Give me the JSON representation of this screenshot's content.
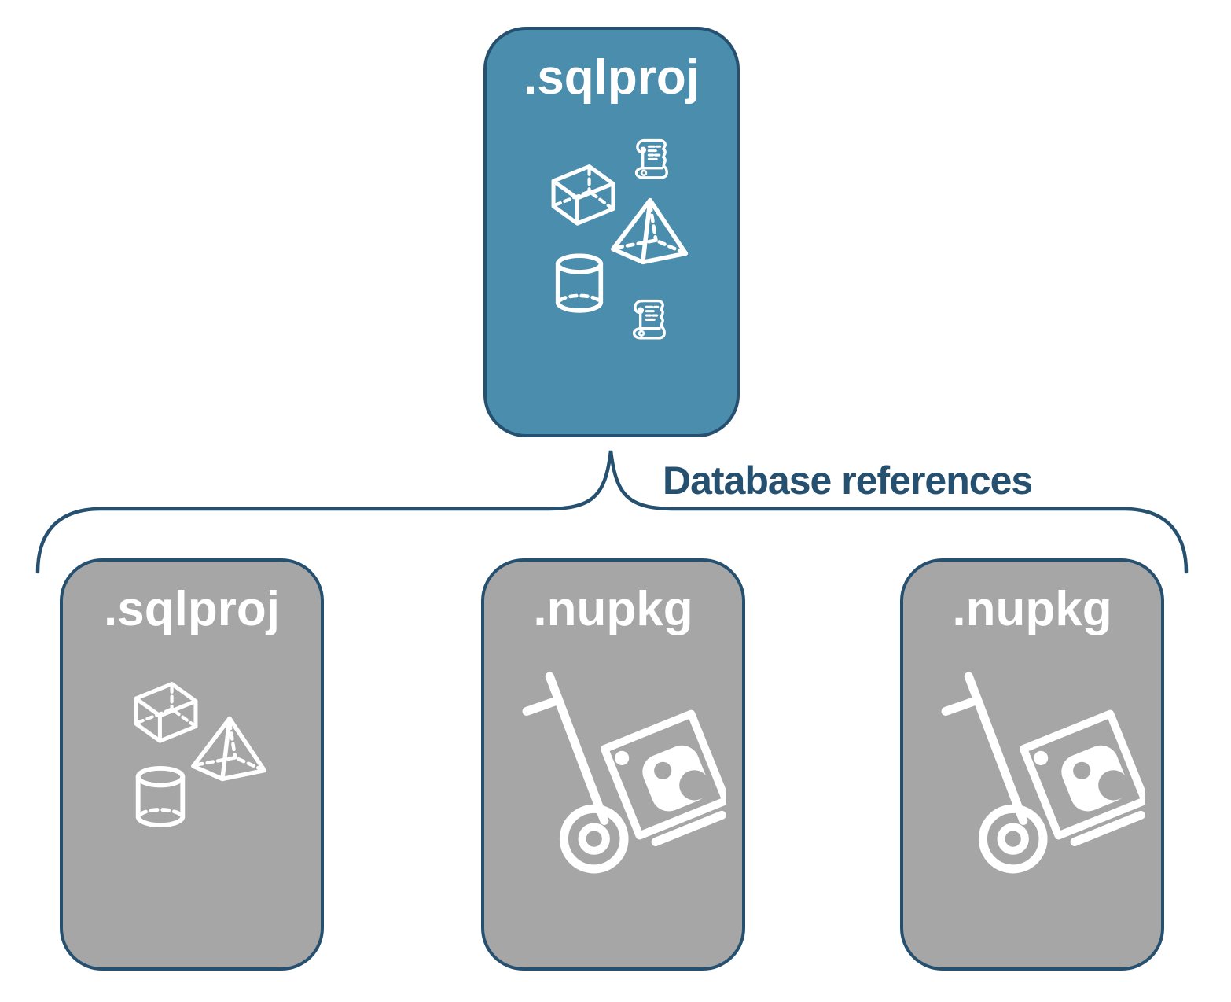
{
  "diagram": {
    "parent_box": {
      "label": ".sqlproj",
      "icons": [
        "sql-script-scroll-icon",
        "cube-icon",
        "pyramid-icon",
        "database-cylinder-icon",
        "sql-script-scroll-icon"
      ]
    },
    "connector": {
      "label": "Database references",
      "shape": "curly-brace"
    },
    "child_boxes": [
      {
        "label": ".sqlproj",
        "icons": [
          "cube-icon",
          "pyramid-icon",
          "database-cylinder-icon"
        ]
      },
      {
        "label": ".nupkg",
        "icons": [
          "nuget-package-handtruck-icon"
        ]
      },
      {
        "label": ".nupkg",
        "icons": [
          "nuget-package-handtruck-icon"
        ]
      }
    ],
    "colors": {
      "parent_fill": "#4A8DAC",
      "child_fill": "#A6A6A6",
      "outline": "#26506F",
      "label_text": "#FFFFFF",
      "relationship_text": "#26506F",
      "icon": "#FFFFFF",
      "background": "#FFFFFF"
    }
  }
}
